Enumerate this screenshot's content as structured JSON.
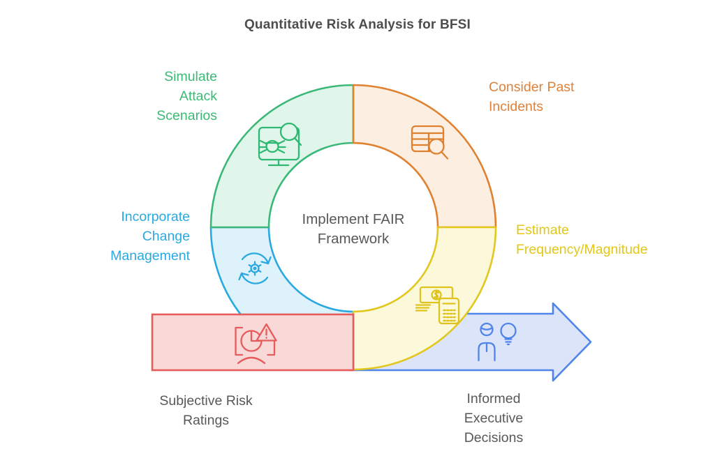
{
  "title": "Quantitative Risk Analysis for BFSI",
  "center": {
    "label": "Implement FAIR\nFramework"
  },
  "segments": {
    "simulate": {
      "label": "Simulate\nAttack\nScenarios",
      "text_color": "#3bba74",
      "stroke": "#3bb878",
      "fill": "#e1f6ea",
      "icon": "malware-scan-monitor-icon"
    },
    "incidents": {
      "label": "Consider Past\nIncidents",
      "text_color": "#de813a",
      "stroke": "#e0812f",
      "fill": "#fceee0",
      "icon": "incident-table-search-icon"
    },
    "estimate": {
      "label": "Estimate\nFrequency/Magnitude",
      "text_color": "#e2c716",
      "stroke": "#e2c71e",
      "fill": "#fcf8da",
      "icon": "money-calculator-icon"
    },
    "change": {
      "label": "Incorporate\nChange\nManagement",
      "text_color": "#2aa9e0",
      "stroke": "#2aa9e0",
      "fill": "#def2fc",
      "icon": "sync-gear-icon"
    }
  },
  "input_box": {
    "label": "Subjective Risk\nRatings",
    "stroke": "#e65b5b",
    "fill": "#f9d8d8",
    "icon": "pie-chart-warning-icon"
  },
  "output_arrow": {
    "label": "Informed\nExecutive\nDecisions",
    "stroke": "#4f84e8",
    "fill": "#dbe4f9",
    "icon": "executive-lightbulb-icon"
  },
  "text_colors": {
    "title": "#4d4d4d",
    "body": "#57585a"
  }
}
